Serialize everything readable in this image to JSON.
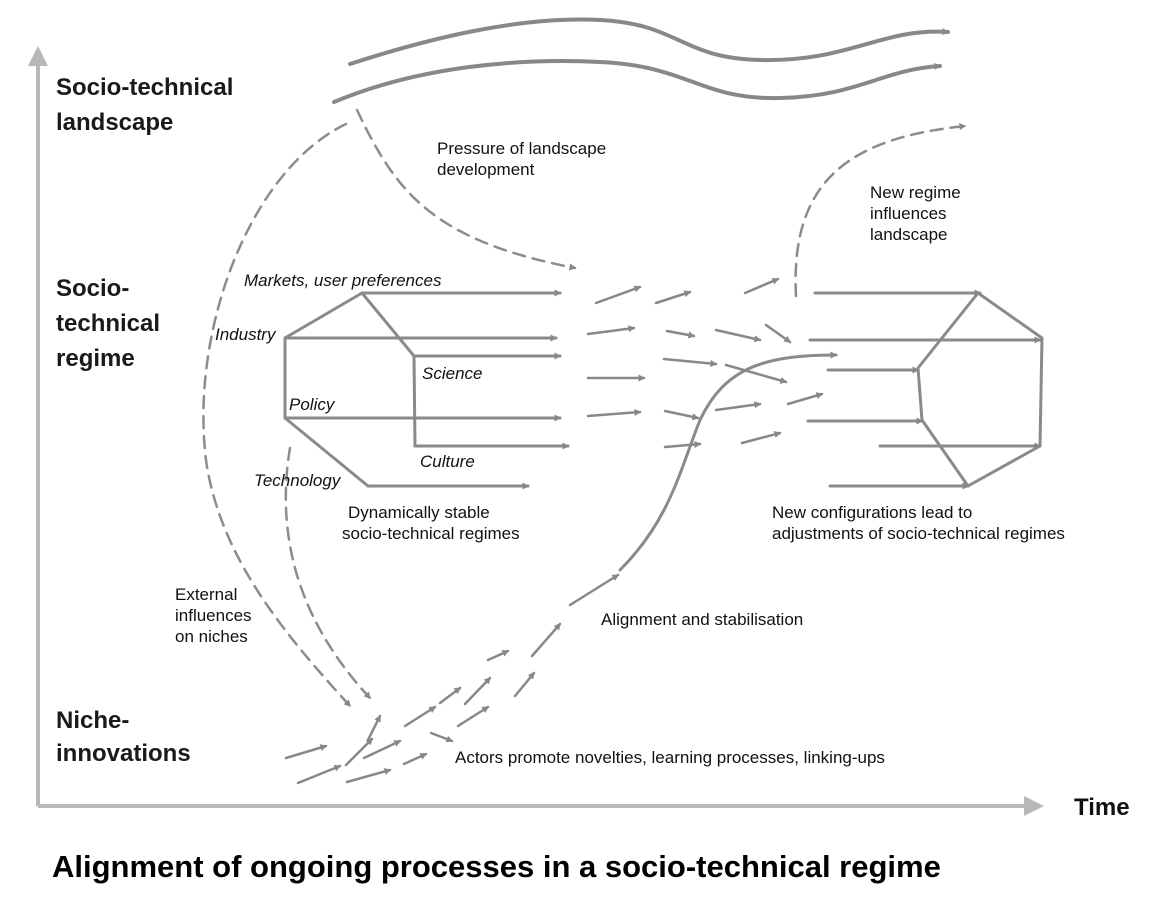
{
  "caption": "Alignment of ongoing processes in a socio-technical regime",
  "axis": {
    "time_label": "Time"
  },
  "levels": {
    "landscape": [
      "Socio-technical",
      "landscape"
    ],
    "regime": [
      "Socio-",
      "technical",
      "regime"
    ],
    "niche": [
      "Niche-",
      "innovations"
    ]
  },
  "regime_dimensions": {
    "markets": "Markets, user preferences",
    "industry": "Industry",
    "science": "Science",
    "policy": "Policy",
    "culture": "Culture",
    "technology": "Technology"
  },
  "annotations": {
    "pressure": [
      "Pressure of landscape",
      "development"
    ],
    "new_regime": [
      "New regime",
      "influences",
      "landscape"
    ],
    "stable": [
      "Dynamically stable",
      "socio-technical regimes"
    ],
    "new_config": [
      "New configurations lead to",
      "adjustments of socio-technical regimes"
    ],
    "external": [
      "External",
      "influences",
      "on niches"
    ],
    "alignment": "Alignment and stabilisation",
    "actors": "Actors promote novelties, learning processes, linking-ups"
  },
  "colors": {
    "axis": "#b5b5b5",
    "line": "#8a8a8a",
    "dashed": "#8a8a8a",
    "text": "#111111"
  }
}
